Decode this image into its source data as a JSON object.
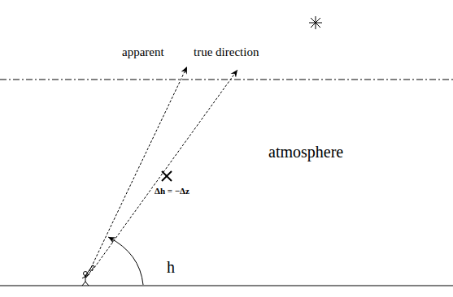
{
  "diagram": {
    "labels": [
      "apparent",
      "true direction",
      "Δh = −Δz",
      "atmosphere",
      "h"
    ]
  }
}
